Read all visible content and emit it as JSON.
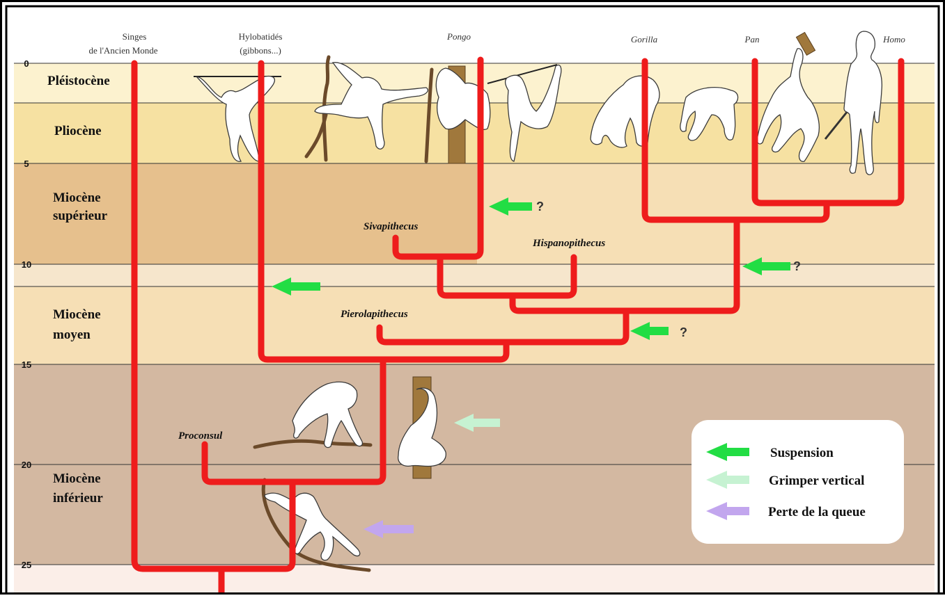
{
  "taxa": [
    {
      "id": "old-world-monkeys",
      "line1": "Singes",
      "line2": "de l'Ancien Monde",
      "italic": false
    },
    {
      "id": "hylobatids",
      "line1": "Hylobatidés",
      "line2": "(gibbons...)",
      "italic": false
    },
    {
      "id": "pongo",
      "line1": "Pongo",
      "line2": "",
      "italic": true
    },
    {
      "id": "gorilla",
      "line1": "Gorilla",
      "line2": "",
      "italic": true
    },
    {
      "id": "pan",
      "line1": "Pan",
      "line2": "",
      "italic": true
    },
    {
      "id": "homo",
      "line1": "Homo",
      "line2": "",
      "italic": true
    }
  ],
  "time_ticks": [
    "0",
    "5",
    "10",
    "15",
    "20",
    "25"
  ],
  "epochs": [
    {
      "id": "pleistocene",
      "lines": [
        "Pléistocène"
      ],
      "color": "#fcf2cf"
    },
    {
      "id": "pliocene",
      "lines": [
        "Pliocène"
      ],
      "color": "#f6e1a2"
    },
    {
      "id": "upper-miocene",
      "lines": [
        "Miocène",
        "supérieur"
      ],
      "color": "#e6c08d"
    },
    {
      "id": "middle-miocene",
      "lines": [
        "Miocène",
        "moyen"
      ],
      "color": "#f6dfb5"
    },
    {
      "id": "lower-miocene",
      "lines": [
        "Miocène",
        "inférieur"
      ],
      "color": "#d3b8a1"
    }
  ],
  "fossils": [
    "Sivapithecus",
    "Hispanopithecus",
    "Pierolapithecus",
    "Proconsul"
  ],
  "uncertain_marker": "?",
  "legend": {
    "items": [
      {
        "label": "Suspension",
        "color": "#22dd44"
      },
      {
        "label": "Grimper vertical",
        "color": "#c6f2d2"
      },
      {
        "label": "Perte de la queue",
        "color": "#c2a6ee"
      }
    ]
  },
  "colors": {
    "branch": "#ee1c1c",
    "frame": "#000000"
  }
}
